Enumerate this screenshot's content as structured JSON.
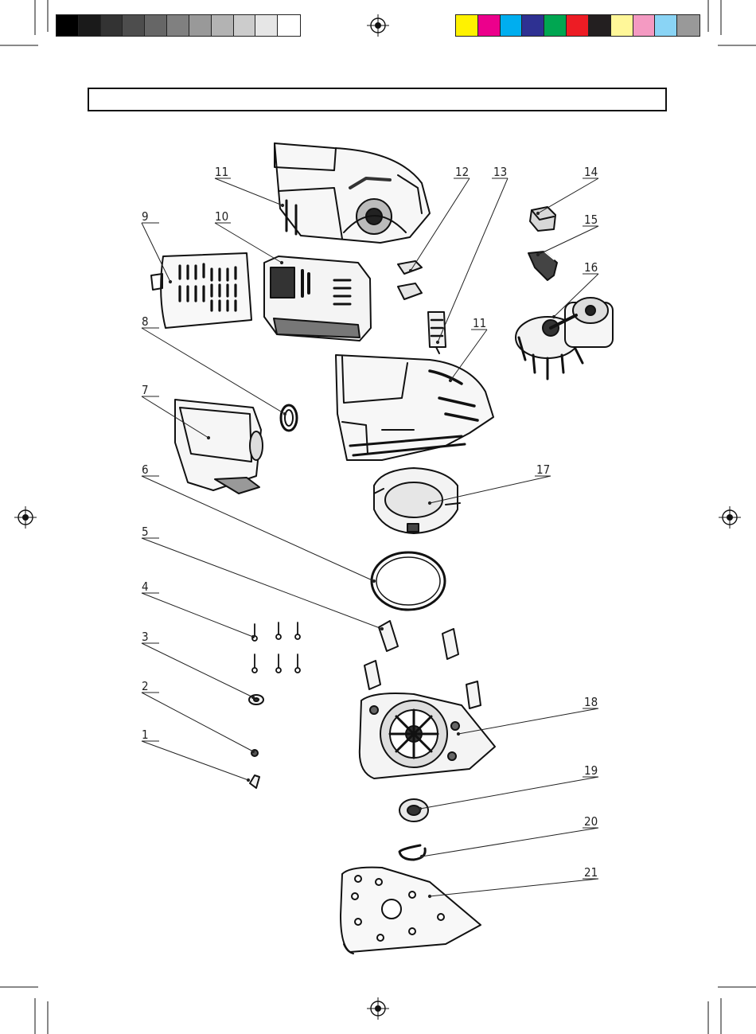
{
  "print_marks": {
    "grayscale_bar": [
      "#000000",
      "#1a1a1a",
      "#333333",
      "#4d4d4d",
      "#666666",
      "#808080",
      "#999999",
      "#b3b3b3",
      "#cccccc",
      "#e6e6e6",
      "#ffffff"
    ],
    "color_bar": [
      "#fff200",
      "#ec008c",
      "#00aeef",
      "#2e3192",
      "#00a651",
      "#ed1c24",
      "#231f20",
      "#fff799",
      "#f49ac2",
      "#8ad4f5",
      "#999999"
    ]
  },
  "parts": [
    {
      "label": "1"
    },
    {
      "label": "2"
    },
    {
      "label": "3"
    },
    {
      "label": "4"
    },
    {
      "label": "5"
    },
    {
      "label": "6"
    },
    {
      "label": "7"
    },
    {
      "label": "8"
    },
    {
      "label": "9"
    },
    {
      "label": "10"
    },
    {
      "label": "11"
    },
    {
      "label": "12"
    },
    {
      "label": "13"
    },
    {
      "label": "14"
    },
    {
      "label": "15"
    },
    {
      "label": "16"
    },
    {
      "label": "11"
    },
    {
      "label": "17"
    },
    {
      "label": "18"
    },
    {
      "label": "19"
    },
    {
      "label": "20"
    },
    {
      "label": "21"
    }
  ]
}
